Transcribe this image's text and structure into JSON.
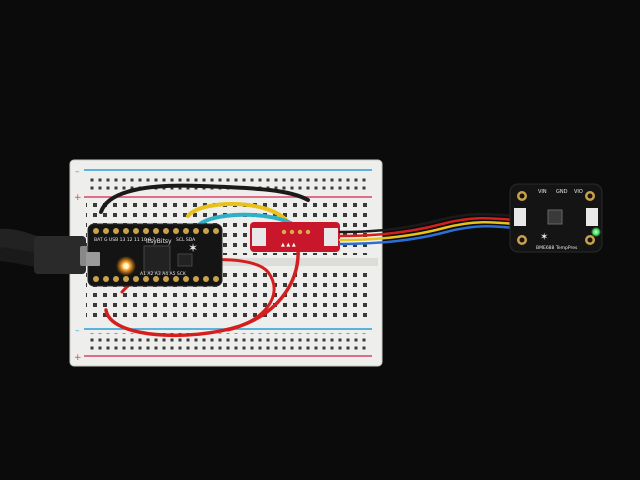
{
  "palette": {
    "background": "#0b0b0b",
    "breadboard": "#eeeeec",
    "rail_red": "#d9446a",
    "rail_blue": "#2a9fd6",
    "board_black": "#141414",
    "breakout_red": "#c8162a",
    "wire_black": "#1a1a1a",
    "wire_red": "#d41f1f",
    "wire_yellow": "#e8c21a",
    "wire_blue": "#2b6fd6",
    "wire_green": "#2fa36b",
    "led_orange": "#ffae3a",
    "led_green": "#3cdc5a"
  },
  "microcontroller": {
    "silk_title": "ItsyBitsy",
    "top_pins": "BAT G USB 13 12 11 10 9 7",
    "top_pins_right": "SCL SDA",
    "bottom_pins": "A1 A2 A3 A4 A5 SCK"
  },
  "breakout": {
    "silk_left": "VIN",
    "silk_mid": "GND",
    "silk_right": "VIO",
    "silk_bottom": "BME688 TempPres"
  }
}
